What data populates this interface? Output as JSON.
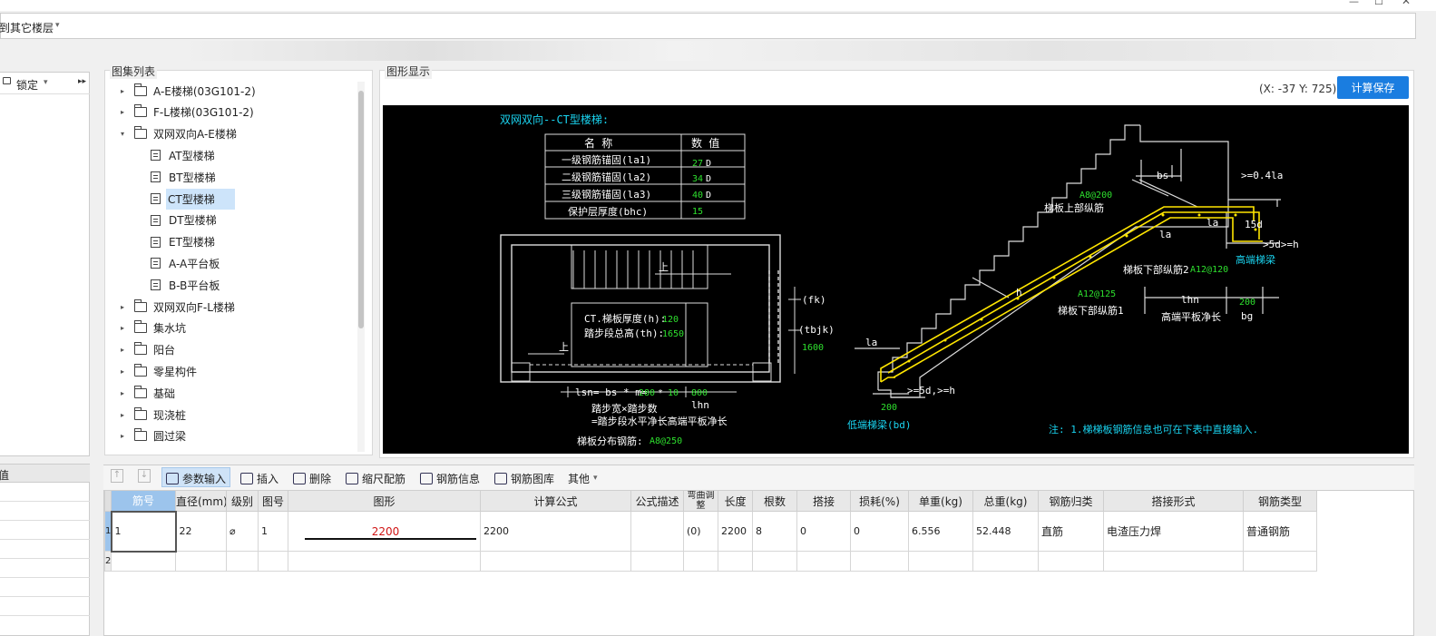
{
  "window": {
    "minimize_glyph": "—",
    "maximize_glyph": "☐",
    "close_glyph": "✕"
  },
  "layer": {
    "label": "到其它楼层",
    "dropdown_glyph": "▾"
  },
  "lock": {
    "label": "锁定",
    "dropdown_glyph": "▾",
    "expand_glyph": "▸▸"
  },
  "left": {
    "header": "值"
  },
  "atlas": {
    "title": "图集列表",
    "items": [
      {
        "label": "A-E楼梯(03G101-2)",
        "type": "folder",
        "expanded": false
      },
      {
        "label": "F-L楼梯(03G101-2)",
        "type": "folder",
        "expanded": false
      },
      {
        "label": "双网双向A-E楼梯",
        "type": "folder",
        "expanded": true
      },
      {
        "label": "AT型楼梯",
        "type": "doc"
      },
      {
        "label": "BT型楼梯",
        "type": "doc"
      },
      {
        "label": "CT型楼梯",
        "type": "doc",
        "selected": true
      },
      {
        "label": "DT型楼梯",
        "type": "doc"
      },
      {
        "label": "ET型楼梯",
        "type": "doc"
      },
      {
        "label": "A-A平台板",
        "type": "doc"
      },
      {
        "label": "B-B平台板",
        "type": "doc"
      },
      {
        "label": "双网双向F-L楼梯",
        "type": "folder",
        "expanded": false
      },
      {
        "label": "集水坑",
        "type": "folder",
        "expanded": false
      },
      {
        "label": "阳台",
        "type": "folder",
        "expanded": false
      },
      {
        "label": "零星构件",
        "type": "folder",
        "expanded": false
      },
      {
        "label": "基础",
        "type": "folder",
        "expanded": false
      },
      {
        "label": "现浇桩",
        "type": "folder",
        "expanded": false
      },
      {
        "label": "圆过梁",
        "type": "folder",
        "expanded": false
      }
    ]
  },
  "graphic": {
    "title": "图形显示",
    "coords": "(X: -37 Y: 725)",
    "save_button": "计算保存",
    "accent": "#1a7de0",
    "cad": {
      "heading": "双网双向--CT型楼梯:",
      "param_header": [
        "名 称",
        "数 值"
      ],
      "params": [
        {
          "name": "一级钢筋锚固(la1)",
          "value": "27",
          "unit": "D"
        },
        {
          "name": "二级钢筋锚固(la2)",
          "value": "34",
          "unit": "D"
        },
        {
          "name": "三级钢筋锚固(la3)",
          "value": "40",
          "unit": "D"
        },
        {
          "name": "保护层厚度(bhc)",
          "value": "15",
          "unit": ""
        }
      ],
      "up_mark": "上",
      "thickness_label": "CT.梯板厚度(h):",
      "thickness_value": "120",
      "height_label": "踏步段总高(th):",
      "height_value": "1650",
      "fk": "(fk)",
      "tbjk": "(tbjk)",
      "tbjk_value": "1600",
      "lsn_label": "lsn= bs * m=",
      "lsn_bs": "280",
      "lsn_times": "*",
      "lsn_m": "10",
      "lsn_lhn": "800",
      "lhn": "lhn",
      "note1": "踏步宽×踏步数",
      "note2": "=踏步段水平净长高端平板净长",
      "dist_label": "梯板分布钢筋:",
      "dist_value": "A8@250",
      "bs": "bs",
      "la04": ">=0.4la",
      "a8_200": "A8@200",
      "upper_bar": "梯板上部纵筋",
      "la": "la",
      "d15": "15d",
      "d5h": ">5d>=h",
      "high_beam": "高端梯梁",
      "lower_bar2": "梯板下部纵筋2",
      "a12_120": "A12@120",
      "a12_125": "A12@125",
      "lower_bar1": "梯板下部纵筋1",
      "lhn2": "lhn",
      "v200": "200",
      "high_plat": "高端平板净长",
      "bg": "bg",
      "v200b": "200",
      "low_beam": "低端梯梁(bd)",
      "d5h_low": ">=5d,>=h",
      "footnote": "注: 1.梯梯板钢筋信息也可在下表中直接输入.",
      "h_mark": "h"
    }
  },
  "toolbar": {
    "up": "↑",
    "down": "↓",
    "items": [
      "参数输入",
      "插入",
      "删除",
      "缩尺配筋",
      "钢筋信息",
      "钢筋图库",
      "其他"
    ],
    "other_glyph": "▾"
  },
  "table": {
    "headers": [
      "筋号",
      "直径(mm)",
      "级别",
      "图号",
      "图形",
      "计算公式",
      "公式描述",
      "弯曲调整",
      "长度",
      "根数",
      "搭接",
      "损耗(%)",
      "单重(kg)",
      "总重(kg)",
      "钢筋归类",
      "搭接形式",
      "钢筋类型"
    ],
    "rows": [
      {
        "num": "1",
        "cells": [
          "1",
          "22",
          "⌀",
          "1",
          "2200",
          "2200",
          "",
          "(0)",
          "2200",
          "8",
          "0",
          "0",
          "6.556",
          "52.448",
          "直筋",
          "电渣压力焊",
          "普通钢筋"
        ]
      },
      {
        "num": "2",
        "cells": [
          "",
          "",
          "",
          "",
          "",
          "",
          "",
          "",
          "",
          "",
          "",
          "",
          "",
          "",
          "",
          "",
          ""
        ]
      }
    ]
  }
}
